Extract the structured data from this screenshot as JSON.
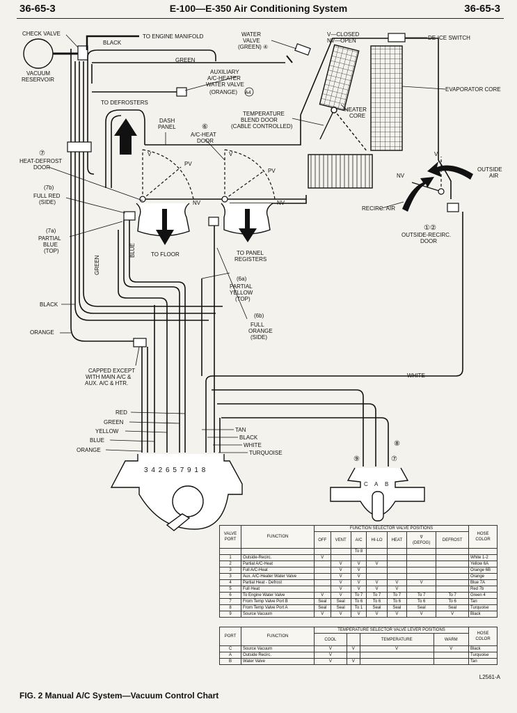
{
  "header": {
    "page_left": "36-65-3",
    "title": "E-100—E-350 Air Conditioning System",
    "page_right": "36-65-3"
  },
  "labels": {
    "check_valve": "CHECK VALVE",
    "vacuum_reservoir_1": "VACUUM",
    "vacuum_reservoir_2": "RESERVOIR",
    "black_top": "BLACK",
    "to_engine_manifold": "TO ENGINE MANIFOLD",
    "green_top": "GREEN",
    "water_valve_1": "WATER",
    "water_valve_2": "VALVE",
    "water_valve_3": "(GREEN) ④",
    "v_closed": "V—CLOSED",
    "nv_open": "NV—OPEN",
    "de_ice_switch": "DE-ICE SWITCH",
    "aux_1": "AUXILIARY",
    "aux_2": "A/C-HEATER",
    "aux_3": "WATER VALVE",
    "aux_4": "(ORANGE)",
    "aux_badge": "A4",
    "evaporator_core": "EVAPORATOR CORE",
    "to_defrosters": "TO DEFROSTERS",
    "temp_1": "TEMPERATURE",
    "temp_2": "BLEND DOOR",
    "temp_3": "(CABLE CONTROLLED)",
    "heater_core_1": "HEATER",
    "heater_core_2": "CORE",
    "dash_panel_1": "DASH",
    "dash_panel_2": "PANEL",
    "ac_heat_num": "⑥",
    "ac_heat_1": "A/C-HEAT",
    "ac_heat_2": "DOOR",
    "heat_defrost_num": "⑦",
    "heat_defrost_1": "HEAT-DEFROST",
    "heat_defrost_2": "DOOR",
    "v_left": "V",
    "v_mid": "V",
    "pv_left": "PV",
    "pv_mid": "PV",
    "nv_left": "NV",
    "nv_mid": "NV",
    "v_right": "V",
    "nv_right": "NV",
    "outside_air_1": "OUTSIDE",
    "outside_air_2": "AIR",
    "recirc_air": "RECIRC. AIR",
    "full_red_num": "(7b)",
    "full_red_1": "FULL RED",
    "full_red_2": "(SIDE)",
    "partial_blue_num": "(7a)",
    "partial_blue_1": "PARTIAL",
    "partial_blue_2": "BLUE",
    "partial_blue_3": "(TOP)",
    "outside_recirc_num": "①②",
    "outside_recirc_1": "OUTSIDE-RECIRC.",
    "outside_recirc_2": "DOOR",
    "to_floor": "TO FLOOR",
    "to_panel_1": "TO PANEL",
    "to_panel_2": "REGISTERS",
    "green_side": "GREEN",
    "blue_side": "BLUE",
    "partial_yellow_num": "(6a)",
    "partial_yellow_1": "PARTIAL",
    "partial_yellow_2": "YELLOW",
    "partial_yellow_3": "(TOP)",
    "black_left": "BLACK",
    "full_orange_num": "(6b)",
    "full_orange_1": "FULL",
    "full_orange_2": "ORANGE",
    "full_orange_3": "(SIDE)",
    "orange_left": "ORANGE",
    "capped_1": "CAPPED EXCEPT",
    "capped_2": "WITH MAIN A/C &",
    "capped_3": "AUX. A/C & HTR.",
    "white_line": "WHITE",
    "red_b": "RED",
    "green_b": "GREEN",
    "yellow_b": "YELLOW",
    "blue_b": "BLUE",
    "orange_b": "ORANGE",
    "tan_b": "TAN",
    "black_b": "BLACK",
    "white_b": "WHITE",
    "turquoise_b": "TURQUOISE",
    "port_numbers": "3 4 2 6 5 7 9 1 8",
    "num_8": "⑧",
    "num_9": "⑨",
    "num_7": "⑦",
    "port_c": "C",
    "port_a": "A",
    "port_b": "B"
  },
  "function_table": {
    "h_valve_port_1": "VALVE",
    "h_valve_port_2": "PORT",
    "h_function": "FUNCTION",
    "h_group": "FUNCTION SELECTOR VALVE POSITIONS",
    "h_off": "OFF",
    "h_vent": "VENT",
    "h_ac": "A/C",
    "h_hilo": "HI-LO",
    "h_heat": "HEAT",
    "h_defog_sym": "∇",
    "h_defog": "(DEFOG)",
    "h_defrost": "DEFROST",
    "h_hose_1": "HOSE",
    "h_hose_2": "COLOR",
    "rows": [
      {
        "port": "",
        "function": "",
        "off": "",
        "vent": "",
        "ac": "To 8",
        "hilo": "",
        "heat": "",
        "defog": "",
        "defrost": "",
        "color": ""
      },
      {
        "port": "1",
        "function": "Outside-Recirc.",
        "off": "V",
        "vent": "",
        "ac": "",
        "hilo": "",
        "heat": "",
        "defog": "",
        "defrost": "",
        "color": "White 1-2"
      },
      {
        "port": "2",
        "function": "Partial A/C-Heat",
        "off": "",
        "vent": "V",
        "ac": "V",
        "hilo": "V",
        "heat": "",
        "defog": "",
        "defrost": "",
        "color": "Yellow 6A"
      },
      {
        "port": "3",
        "function": "Full A/C-Heat",
        "off": "",
        "vent": "V",
        "ac": "V",
        "hilo": "",
        "heat": "",
        "defog": "",
        "defrost": "",
        "color": "Orange 6B"
      },
      {
        "port": "3",
        "function": "Aux. A/C-Heater Water Valve",
        "off": "",
        "vent": "V",
        "ac": "V",
        "hilo": "",
        "heat": "",
        "defog": "",
        "defrost": "",
        "color": "Orange"
      },
      {
        "port": "4",
        "function": "Partial Heat - Defrost",
        "off": "",
        "vent": "V",
        "ac": "V",
        "hilo": "V",
        "heat": "V",
        "defog": "V",
        "defrost": "",
        "color": "Blue 7A"
      },
      {
        "port": "5",
        "function": "Full Heat",
        "off": "",
        "vent": "V",
        "ac": "V",
        "hilo": "V",
        "heat": "V",
        "defog": "",
        "defrost": "",
        "color": "Red 7b"
      },
      {
        "port": "6",
        "function": "To Engine Water Valve",
        "off": "V",
        "vent": "V",
        "ac": "To 7",
        "hilo": "To 7",
        "heat": "To 7",
        "defog": "To 7",
        "defrost": "To 7",
        "color": "Green 4"
      },
      {
        "port": "7",
        "function": "From Temp Valve Port B",
        "off": "Seal",
        "vent": "Seal",
        "ac": "To 6",
        "hilo": "To 6",
        "heat": "To 6",
        "defog": "To 6",
        "defrost": "To 6",
        "color": "Tan"
      },
      {
        "port": "8",
        "function": "From Temp Valve Port A",
        "off": "Seal",
        "vent": "Seal",
        "ac": "To 1",
        "hilo": "Seal",
        "heat": "Seal",
        "defog": "Seal",
        "defrost": "Seal",
        "color": "Turquoise"
      },
      {
        "port": "9",
        "function": "Source Vacuum",
        "off": "V",
        "vent": "V",
        "ac": "V",
        "hilo": "V",
        "heat": "V",
        "defog": "V",
        "defrost": "V",
        "color": "Black"
      }
    ]
  },
  "temperature_table": {
    "h_port": "PORT",
    "h_function": "FUNCTION",
    "h_group": "TEMPERATURE SELECTOR VALVE LEVER POSITIONS",
    "h_cool": "COOL",
    "h_temperature": "TEMPERATURE",
    "h_warm": "WARM",
    "h_hose_1": "HOSE",
    "h_hose_2": "COLOR",
    "rows": [
      {
        "port": "C",
        "function": "Source Vacuum",
        "p1": "V",
        "p2": "V",
        "p3": "V",
        "p4": "V",
        "color": "Black"
      },
      {
        "port": "A",
        "function": "Outside Recirc.",
        "p1": "V",
        "p2": "",
        "p3": "",
        "p4": "",
        "color": "Turquoise"
      },
      {
        "port": "B",
        "function": "Water Valve",
        "p1": "V",
        "p2": "V",
        "p3": "",
        "p4": "",
        "color": "Tan"
      }
    ]
  },
  "figure_ref": "L2561-A",
  "caption": "FIG. 2 Manual A/C System—Vacuum Control Chart"
}
